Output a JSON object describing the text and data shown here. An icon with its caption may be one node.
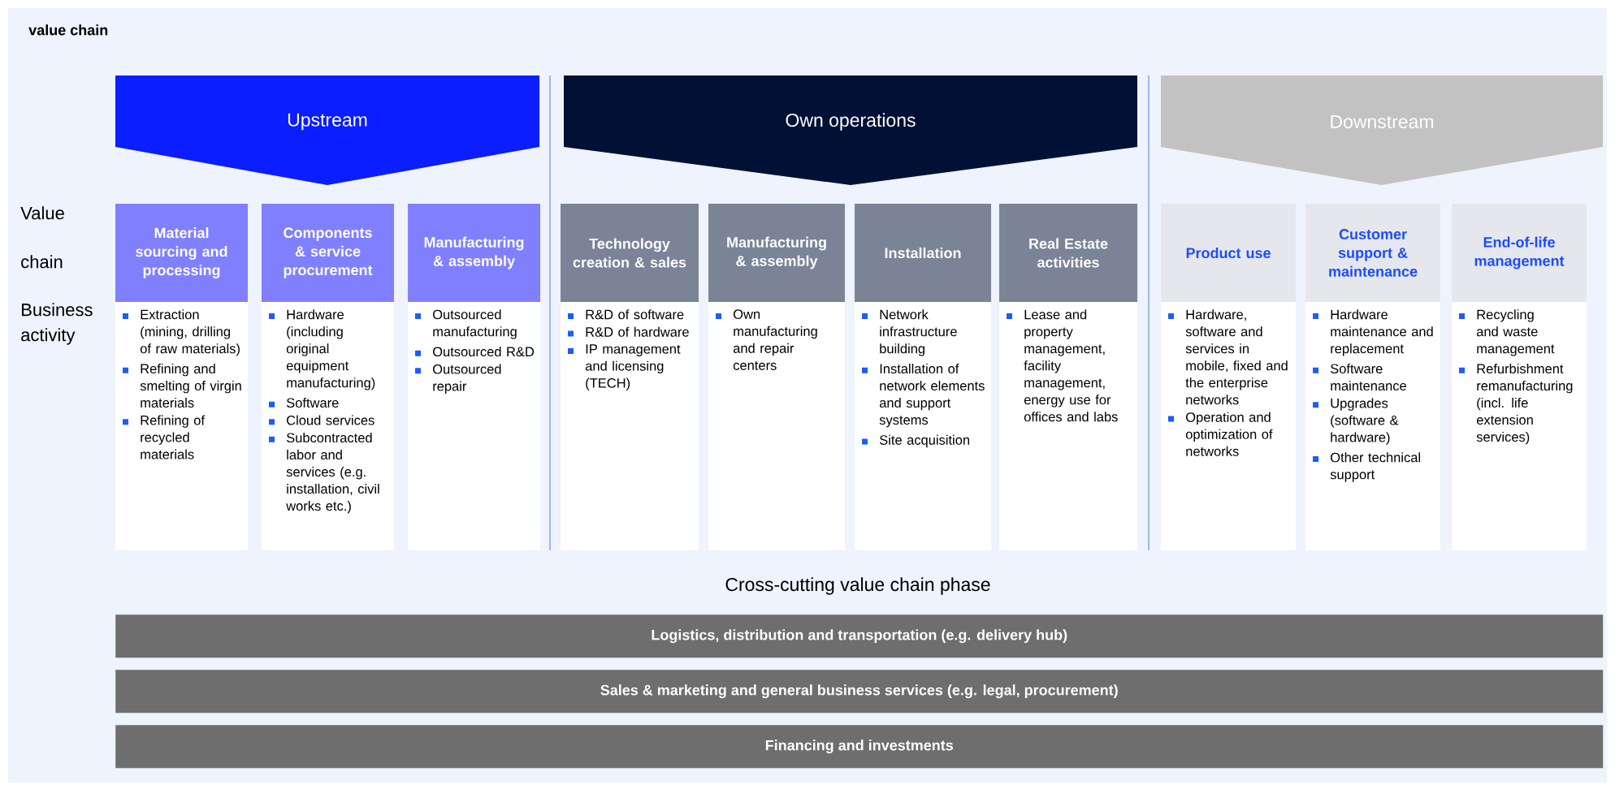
{
  "diagram": {
    "title": "value chain",
    "nodes": [
      {
        "text": [
          "Upstream"
        ]
      },
      {
        "text": [
          "Own operations"
        ]
      },
      {
        "text": [
          "Downstream"
        ]
      },
      {
        "text": [
          "Material sourcing and processing",
          "Extraction (mining, drilling of raw materials)",
          "Refining and smelting of virgin materials",
          "Refining of recycled materials"
        ]
      },
      {
        "text": [
          "Components & service procurement",
          "Hardware (including original equipment manufacturing)",
          "Software",
          "Cloud services",
          "Subcontracted labor and services (e.g. installation, civil works etc.)"
        ]
      },
      {
        "text": [
          "Manufacturing & assembly",
          "Outsourced manufacturing",
          "Outsourced R&D",
          "Outsourced repair"
        ]
      },
      {
        "text": [
          "Technology creation & sales",
          "R&D of software",
          "R&D of hardware",
          "IP management and licensing (TECH)"
        ]
      },
      {
        "text": [
          "Manufacturing & assembly",
          "Own manufacturing and repair centers"
        ]
      },
      {
        "text": [
          "Installation",
          "Network infrastructure building",
          "Installation of network elements and support systems",
          "Site acquisition"
        ]
      },
      {
        "text": [
          "Real Estate activities",
          "Lease and property management, facility management, energy use for offices and labs"
        ]
      },
      {
        "text": [
          "Product use",
          "Hardware, software and services in mobile, fixed and the enterprise networks",
          "Operation and optimization of networks"
        ]
      },
      {
        "text": [
          "Customer support & maintenance",
          "Hardware maintenance and replacement",
          "Software maintenance",
          "Upgrades (software & hardware)",
          "Other technical support"
        ]
      },
      {
        "text": [
          "End-of-life management",
          "Recycling and waste management",
          "Refurbishment remanufacturing (incl. life extension services)"
        ]
      },
      {
        "text": [
          "Logistics, distribution and transportation (e.g. delivery hub)"
        ]
      },
      {
        "text": [
          "Sales & marketing and general business services (e.g. legal, procurement)"
        ]
      },
      {
        "text": [
          "Financing and investments"
        ]
      }
    ],
    "labels": [
      "Value chain",
      "Business activity",
      "Cross-cutting value chain phase"
    ]
  }
}
